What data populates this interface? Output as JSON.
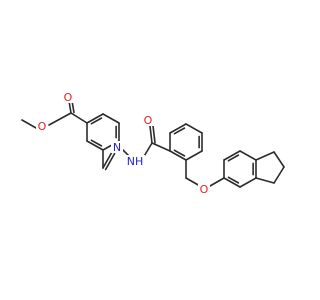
{
  "molecule": {
    "atoms": {
      "o_carbonyl_ester": {
        "symbol": "O",
        "color": "#e32020"
      },
      "o_methoxy": {
        "symbol": "O",
        "color": "#e32020"
      },
      "n_imine": {
        "symbol": "N",
        "color": "#2020e0"
      },
      "nh_amide": {
        "symbol": "N",
        "hydrogen": "H",
        "color": "#2020e0"
      },
      "o_amide": {
        "symbol": "O",
        "color": "#e32020"
      },
      "o_ether": {
        "symbol": "O",
        "color": "#e32020"
      }
    },
    "bond_color": "#2b2b2b"
  }
}
